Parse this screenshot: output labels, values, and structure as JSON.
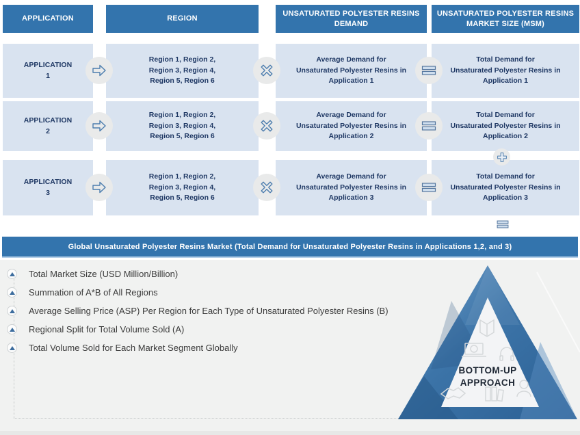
{
  "flow": {
    "headers": [
      "APPLICATION",
      "REGION",
      "UNSATURATED POLYESTER RESINS\nDEMAND",
      "UNSATURATED POLYESTER RESINS\nMARKET SIZE (MSM)"
    ],
    "rows": [
      {
        "application": "APPLICATION\n1",
        "region": "Region 1, Region 2,\nRegion 3, Region 4,\nRegion 5, Region 6",
        "demand": "Average Demand for\nUnsaturated Polyester Resins in\nApplication 1",
        "total": "Total Demand for\nUnsaturated Polyester Resins in\nApplication 1"
      },
      {
        "application": "APPLICATION\n2",
        "region": "Region 1, Region 2,\nRegion 3, Region 4,\nRegion 5, Region 6",
        "demand": "Average Demand for\nUnsaturated Polyester Resins in\nApplication 2",
        "total": "Total Demand for\nUnsaturated Polyester Resins in\nApplication 2"
      },
      {
        "application": "APPLICATION\n3",
        "region": "Region 1, Region 2,\nRegion 3, Region 4,\nRegion 5, Region 6",
        "demand": "Average Demand for\nUnsaturated Polyester Resins in\nApplication 3",
        "total": "Total Demand for\nUnsaturated Polyester Resins in\nApplication 3"
      }
    ],
    "icons": {
      "arrow": "arrow-right-icon",
      "multiply": "multiply-icon",
      "equals": "equals-icon",
      "plus": "plus-icon",
      "final_equals": "equals-icon",
      "bullet": "triangle-up-icon"
    }
  },
  "banner": {
    "text": "Global Unsaturated Polyester Resins Market (Total Demand for Unsaturated Polyester Resins in Applications 1,2, and 3)"
  },
  "bullets": {
    "items": [
      "Total Market Size (USD Million/Billion)",
      "Summation of A*B of All Regions",
      "Average Selling Price (ASP) Per Region for Each Type of Unsaturated Polyester Resins (B)",
      "Regional Split for Total Volume Sold (A)",
      "Total Volume Sold for Each Market Segment Globally"
    ]
  },
  "pyramid": {
    "label_line1": "BOTTOM-UP",
    "label_line2": "APPROACH",
    "icons": [
      "book-icon",
      "laptop-icon",
      "headphones-icon",
      "handshake-icon",
      "files-icon",
      "person-icon"
    ]
  },
  "colors": {
    "header_blue": "#3374ad",
    "box_light_blue": "#d9e3f0",
    "navy_text": "#1f3864",
    "icon_stroke_blue": "#4c7dae",
    "icon_fill_blue": "#cfdeee",
    "circle_gray": "#e9eaea",
    "section_gray": "#f1f2f1",
    "pyramid_inner": "#f3f4f6",
    "pyramid_blue_dark": "#2b5f93",
    "pyramid_blue_light": "#6f9ec9"
  }
}
